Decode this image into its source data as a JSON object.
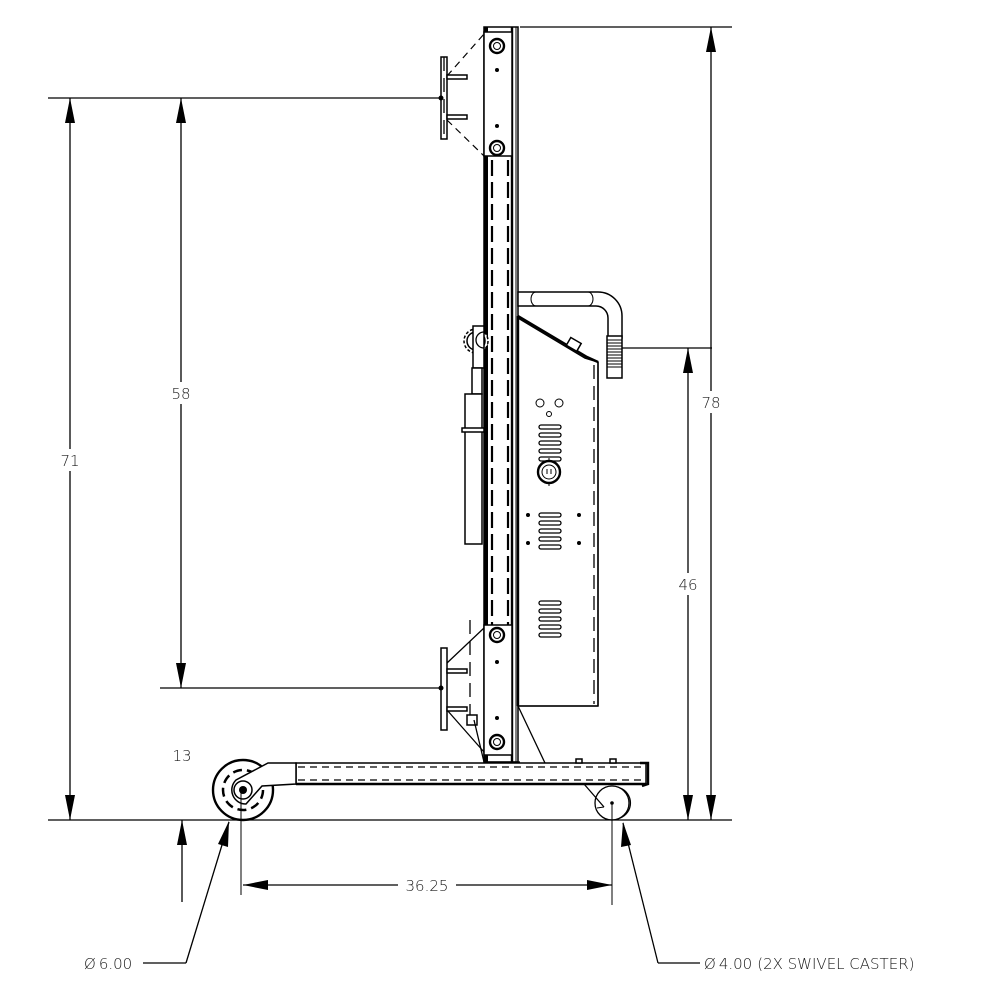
{
  "drawing": {
    "type": "side-elevation engineering drawing",
    "subject": "mobile mast cart with equipment enclosure and casters",
    "line_color": "#000000",
    "background": "#ffffff"
  },
  "dimensions": {
    "overall_height": {
      "value": "78",
      "orientation": "vertical",
      "from": "floor",
      "to": "top of mast"
    },
    "upper_clamp_height": {
      "value": "71",
      "orientation": "vertical",
      "from": "floor",
      "to": "upper mount center"
    },
    "clamp_travel": {
      "value": "58",
      "orientation": "vertical",
      "from": "lower mount center",
      "to": "upper mount center"
    },
    "handle_height": {
      "value": "46",
      "orientation": "vertical",
      "from": "floor",
      "to": "handle grip"
    },
    "lower_clamp_height": {
      "value": "13",
      "orientation": "vertical",
      "from": "floor",
      "to": "lower mount center"
    },
    "wheelbase": {
      "value": "36.25",
      "orientation": "horizontal",
      "from": "rear wheel axle",
      "to": "front caster axle"
    }
  },
  "callouts": {
    "rear_wheel": {
      "symbol": "Ø",
      "value": "6.00",
      "note": ""
    },
    "front_caster": {
      "symbol": "Ø",
      "value": "4.00",
      "note": "(2X SWIVEL CASTER)"
    }
  },
  "components": [
    {
      "name": "mast",
      "description": "vertical column with dashed internal slots"
    },
    {
      "name": "upper-mount-bracket",
      "description": "sliding bracket with two bolts and T-flange"
    },
    {
      "name": "lower-mount-bracket",
      "description": "sliding bracket with two bolts and T-flange"
    },
    {
      "name": "crank-gear",
      "description": "toothed winch sprocket on mast"
    },
    {
      "name": "gas-spring",
      "description": "cylinder below crank gear"
    },
    {
      "name": "equipment-enclosure",
      "description": "cabinet with sloped top, vents and outlet"
    },
    {
      "name": "push-handle",
      "description": "curved tube handle with ribbed grip"
    },
    {
      "name": "base-frame",
      "description": "horizontal tube base"
    },
    {
      "name": "rear-wheel",
      "description": "large fixed wheel"
    },
    {
      "name": "front-caster",
      "description": "swivel caster"
    }
  ]
}
